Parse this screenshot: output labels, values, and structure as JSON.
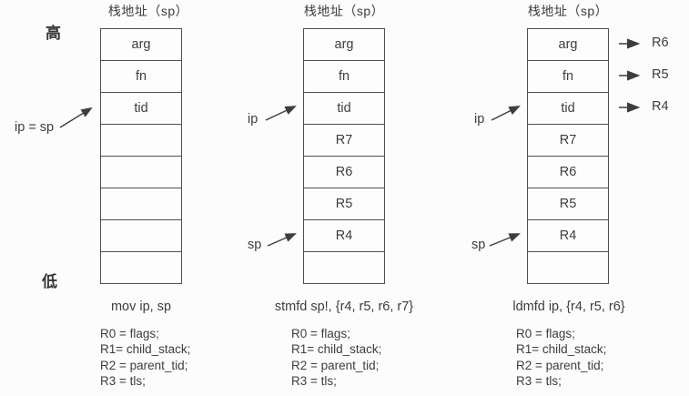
{
  "colors": {
    "line": "#4f4f4f",
    "text": "#3d3d3d",
    "background": "#fcfcfc"
  },
  "labels": {
    "high": "高",
    "low": "低"
  },
  "columns": [
    {
      "title": "栈地址（sp）",
      "cells": [
        "arg",
        "fn",
        "tid",
        "",
        "",
        "",
        "",
        ""
      ],
      "pointer_ip": "ip = sp",
      "caption": "mov ip, sp",
      "registers": [
        "R0 = flags;",
        "R1= child_stack;",
        "R2 = parent_tid;",
        "R3 = tls;"
      ]
    },
    {
      "title": "栈地址（sp）",
      "cells": [
        "arg",
        "fn",
        "tid",
        "R7",
        "R6",
        "R5",
        "R4",
        ""
      ],
      "pointer_ip": "ip",
      "pointer_sp": "sp",
      "caption": "stmfd sp!, {r4, r5, r6, r7}",
      "registers": [
        "R0 = flags;",
        "R1= child_stack;",
        "R2 = parent_tid;",
        "R3 = tls;"
      ]
    },
    {
      "title": "栈地址（sp）",
      "cells": [
        "arg",
        "fn",
        "tid",
        "R7",
        "R6",
        "R5",
        "R4",
        ""
      ],
      "pointer_ip": "ip",
      "pointer_sp": "sp",
      "out_labels": [
        "R6",
        "R5",
        "R4"
      ],
      "caption": "ldmfd ip, {r4, r5, r6}",
      "registers": [
        "R0 = flags;",
        "R1= child_stack;",
        "R2 = parent_tid;",
        "R3 = tls;"
      ]
    }
  ]
}
